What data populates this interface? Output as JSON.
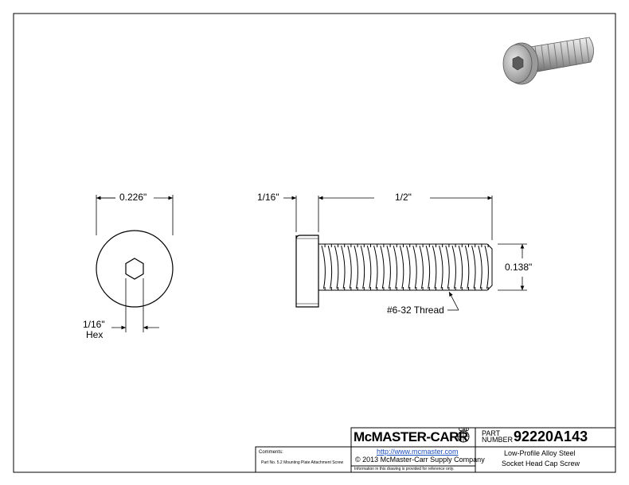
{
  "drawing": {
    "dims": {
      "head_diameter": "0.226\"",
      "head_height": "1/16\"",
      "length": "1/2\"",
      "thread_diameter": "0.138\"",
      "hex_size": "1/16\"",
      "hex_label": "Hex",
      "thread_callout": "#6-32 Thread"
    }
  },
  "title_block": {
    "logo_text": "McMASTER-CARR",
    "logo_badge": "CAD",
    "part_label_line1": "PART",
    "part_label_line2": "NUMBER",
    "part_number": "92220A143",
    "url": "http://www.mcmaster.com",
    "copyright": "© 2013 McMaster-Carr Supply Company",
    "disclaimer": "Information in this drawing is provided for reference only.",
    "description_line1": "Low-Profile Alloy Steel",
    "description_line2": "Socket Head Cap Screw",
    "comments_label": "Comments:",
    "comments_text": "Part No. 5.2 Mounting Plate Attachment Screw"
  },
  "colors": {
    "line": "#000000",
    "render_body": "#c8c8c8",
    "render_dark": "#707070"
  }
}
